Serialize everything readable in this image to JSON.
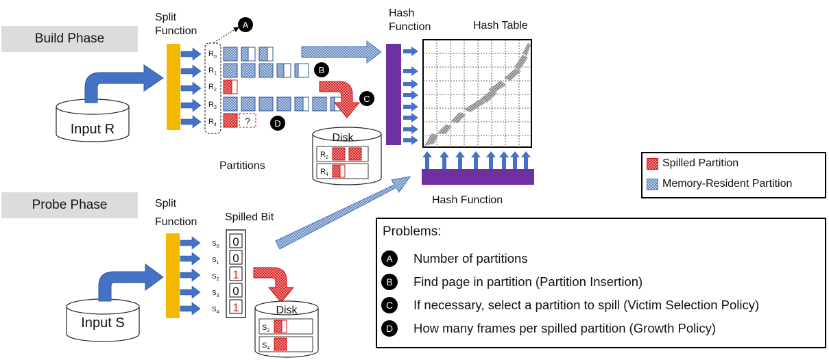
{
  "build_phase": {
    "phase_label": "Build Phase",
    "split_function_label": [
      "Split",
      "Function"
    ],
    "hash_function_label": [
      "Hash",
      "Function"
    ],
    "hash_table_label": "Hash Table",
    "input_label": "Input R",
    "partitions_label": "Partitions",
    "partition_rows": [
      {
        "name": "R",
        "sub": "0"
      },
      {
        "name": "R",
        "sub": "1"
      },
      {
        "name": "R",
        "sub": "2"
      },
      {
        "name": "R",
        "sub": "3"
      },
      {
        "name": "R",
        "sub": "4"
      }
    ],
    "unknown_frame": "?",
    "disk_label": "Disk",
    "disk_entries": [
      {
        "name": "R",
        "sub": "2"
      },
      {
        "name": "R",
        "sub": "4"
      }
    ],
    "bottom_hash_function_label": "Hash Function"
  },
  "probe_phase": {
    "phase_label": "Probe Phase",
    "split_function_label": [
      "Split",
      "Function"
    ],
    "spilled_bit_label": "Spilled Bit",
    "input_label": "Input S",
    "partition_rows": [
      {
        "name": "S",
        "sub": "0",
        "bit": "0",
        "spilled": false
      },
      {
        "name": "S",
        "sub": "1",
        "bit": "0",
        "spilled": false
      },
      {
        "name": "S",
        "sub": "2",
        "bit": "1",
        "spilled": true
      },
      {
        "name": "S",
        "sub": "3",
        "bit": "0",
        "spilled": false
      },
      {
        "name": "S",
        "sub": "4",
        "bit": "1",
        "spilled": true
      }
    ],
    "disk_label": "Disk",
    "disk_entries": [
      {
        "name": "S",
        "sub": "2"
      },
      {
        "name": "S",
        "sub": "4"
      }
    ]
  },
  "markers": {
    "A": "A",
    "B": "B",
    "C": "C",
    "D": "D"
  },
  "legend": {
    "spilled": "Spilled Partition",
    "memory_resident": "Memory-Resident Partition"
  },
  "problems": {
    "title": "Problems:",
    "items": [
      {
        "badge": "A",
        "text": "Number of partitions"
      },
      {
        "badge": "B",
        "text": "Find page in partition (Partition Insertion)"
      },
      {
        "badge": "C",
        "text": "If necessary, select a partition to spill (Victim Selection Policy)"
      },
      {
        "badge": "D",
        "text": "How many frames per spilled partition (Growth Policy)"
      }
    ]
  },
  "colors": {
    "split_function": "#f5b800",
    "hash_function": "#7030a0",
    "arrow_blue": "#4472c4",
    "spilled_red": "#e02020",
    "resident_blue": "#a9bfe0",
    "phase_box": "#dcdcdc"
  }
}
